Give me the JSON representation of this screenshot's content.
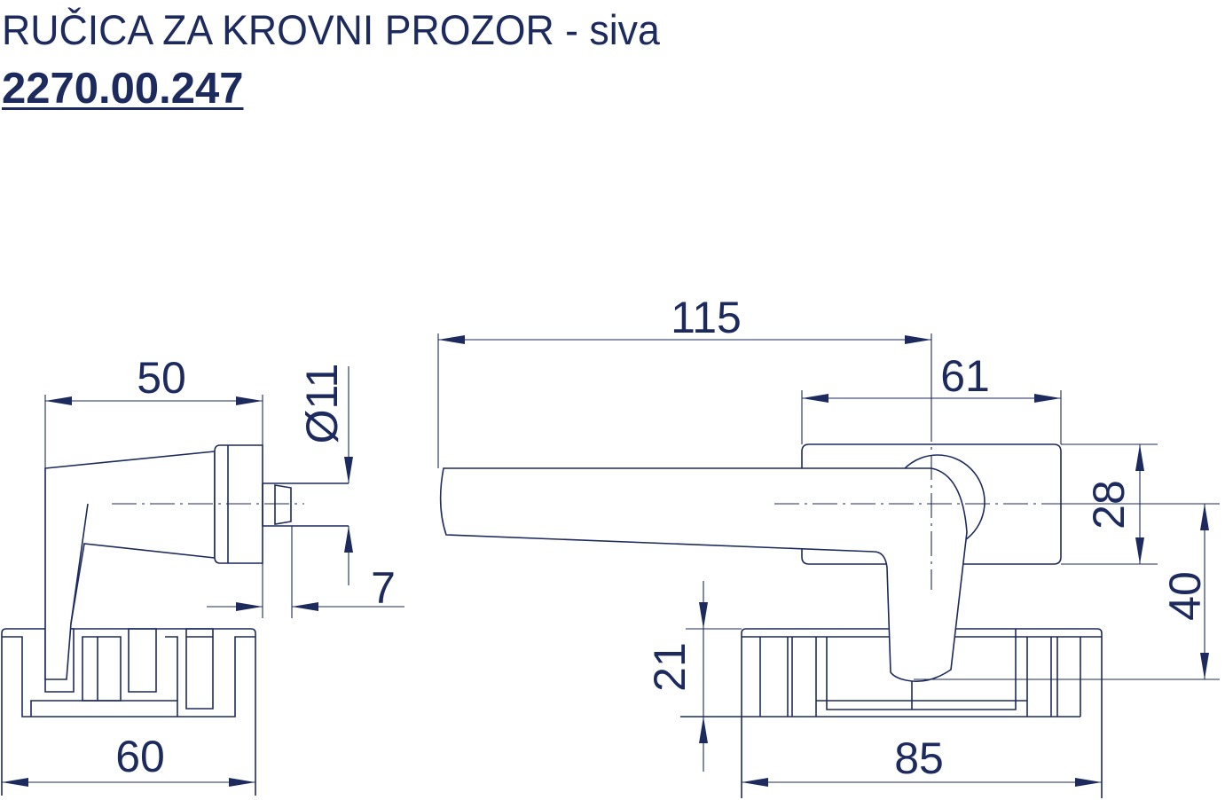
{
  "header": {
    "title": "RUČICA ZA KROVNI PROZOR - siva",
    "product_code": "2270.00.247"
  },
  "side_view": {
    "dim_handle_length": "50",
    "dim_spindle_diameter": "Ø11",
    "dim_spindle_length": "7",
    "dim_base_width": "60"
  },
  "front_view": {
    "dim_lever_length": "115",
    "dim_rose_width": "61",
    "dim_rose_height": "28",
    "dim_axis_to_tip": "40",
    "dim_base_height": "21",
    "dim_base_width": "85"
  },
  "colors": {
    "line": "#1d2a5e",
    "background": "#ffffff"
  }
}
